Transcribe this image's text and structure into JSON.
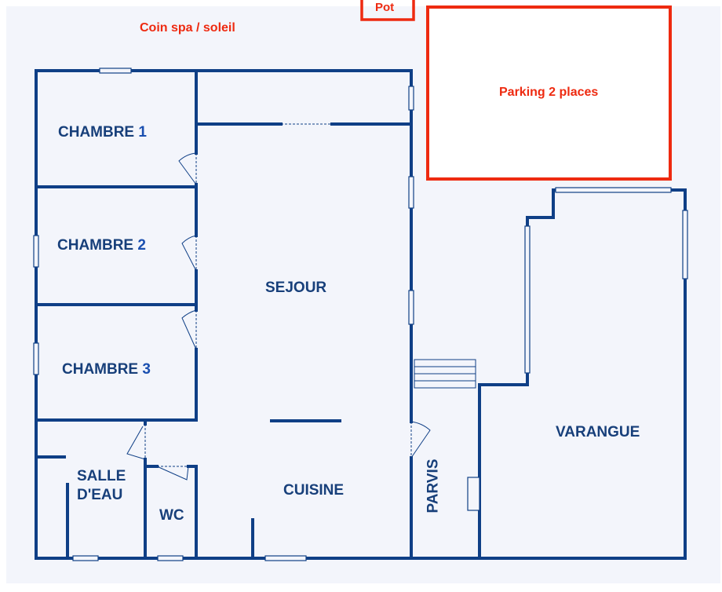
{
  "labels": {
    "spa": "Coin spa / soleil",
    "pot": "Pot",
    "parking": "Parking 2 places",
    "chambre1": "CHAMBRE",
    "chambre1_num": "1",
    "chambre2": "CHAMBRE",
    "chambre2_num": "2",
    "chambre3": "CHAMBRE",
    "chambre3_num": "3",
    "sejour": "SEJOUR",
    "salle_line1": "SALLE",
    "salle_line2": "D'EAU",
    "wc": "WC",
    "cuisine": "CUISINE",
    "parvis": "PARVIS",
    "varangue": "VARANGUE"
  },
  "colors": {
    "wall": "#0f3f86",
    "accent": "#ee2a10",
    "background": "#f3f5fb"
  }
}
